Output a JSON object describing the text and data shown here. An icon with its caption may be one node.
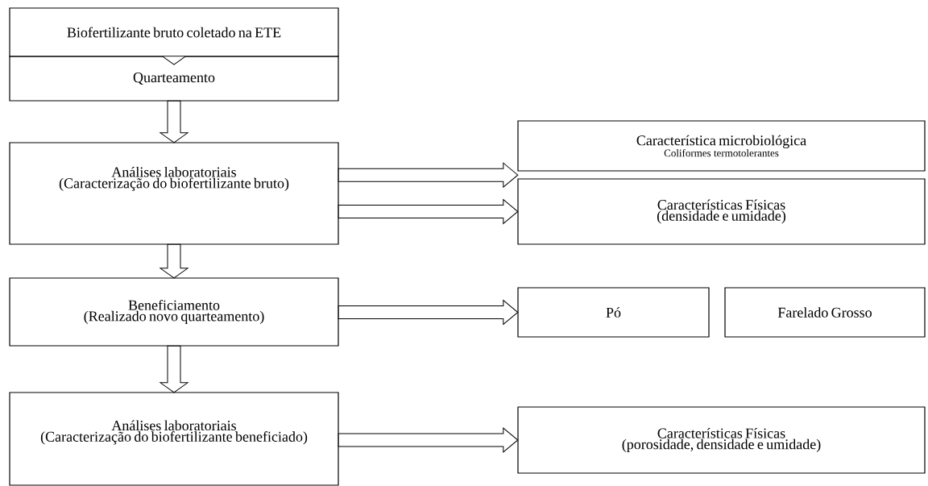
{
  "diagram": {
    "nodes": [
      {
        "text": [
          "Biofertilizante bruto coletado na ETE"
        ]
      },
      {
        "text": [
          "Quarteamento"
        ]
      },
      {
        "text": [
          "Análises laboratoriais",
          "(Caracterização do biofertilizante bruto)"
        ]
      },
      {
        "text": [
          "Característica microbiológica",
          "Coliformes termotolerantes"
        ]
      },
      {
        "text": [
          "Características Físicas",
          "(densidade e umidade)"
        ]
      },
      {
        "text": [
          "Beneficiamento",
          "(Realizado novo quarteamento)"
        ]
      },
      {
        "text": [
          "Pó"
        ]
      },
      {
        "text": [
          "Farelado Grosso"
        ]
      },
      {
        "text": [
          "Análises laboratoriais",
          "(Caracterização do biofertilizante beneficiado)"
        ]
      },
      {
        "text": [
          "Características Físicas",
          "(porosidade, densidade e umidade)"
        ]
      }
    ],
    "edges": [
      {
        "from": 0,
        "to": 1,
        "arrow": "to"
      },
      {
        "from": 1,
        "to": 2,
        "arrow": "to"
      },
      {
        "from": 2,
        "to": 3,
        "arrow": "to"
      },
      {
        "from": 2,
        "to": 4,
        "arrow": "to"
      },
      {
        "from": 5,
        "to": 6,
        "arrow": "to"
      },
      {
        "from": 5,
        "to": 8,
        "arrow": "to"
      },
      {
        "from": 8,
        "to": 9,
        "arrow": "to"
      },
      {
        "from": 2,
        "to": 5,
        "arrow": "to"
      }
    ]
  }
}
